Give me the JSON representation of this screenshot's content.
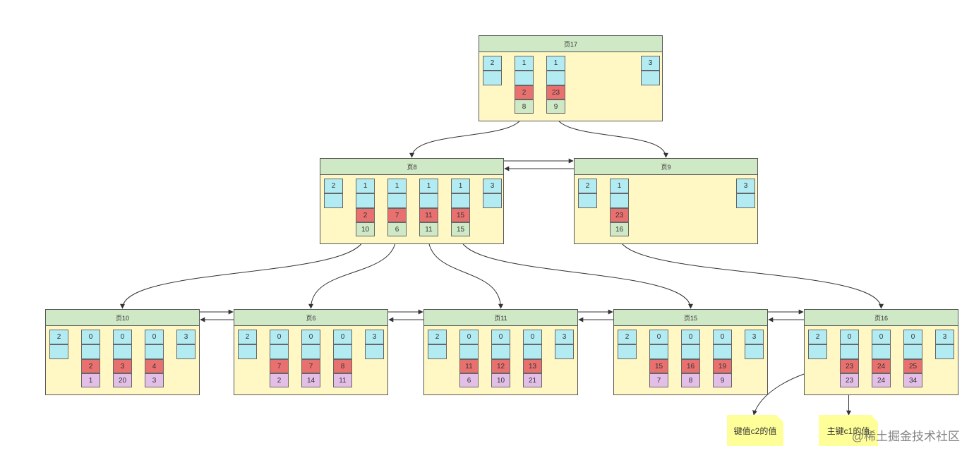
{
  "pages": [
    {
      "id": "p17",
      "title": "页17",
      "slots": [
        {
          "top": "2"
        },
        {
          "top": "1",
          "key": "2",
          "val": "8",
          "val_color": "green"
        },
        {
          "top": "1",
          "key": "23",
          "val": "9",
          "val_color": "green"
        },
        {
          "top": "3"
        }
      ]
    },
    {
      "id": "p8",
      "title": "页8",
      "slots": [
        {
          "top": "2"
        },
        {
          "top": "1",
          "key": "2",
          "val": "10",
          "val_color": "green"
        },
        {
          "top": "1",
          "key": "7",
          "val": "6",
          "val_color": "green"
        },
        {
          "top": "1",
          "key": "11",
          "val": "11",
          "val_color": "green"
        },
        {
          "top": "1",
          "key": "15",
          "val": "15",
          "val_color": "green"
        },
        {
          "top": "3"
        }
      ]
    },
    {
      "id": "p9",
      "title": "页9",
      "slots": [
        {
          "top": "2"
        },
        {
          "top": "1",
          "key": "23",
          "val": "16",
          "val_color": "green"
        },
        {
          "top": "3"
        }
      ]
    },
    {
      "id": "p10",
      "title": "页10",
      "slots": [
        {
          "top": "2"
        },
        {
          "top": "0",
          "key": "2",
          "val": "1",
          "val_color": "purple"
        },
        {
          "top": "0",
          "key": "3",
          "val": "20",
          "val_color": "purple"
        },
        {
          "top": "0",
          "key": "4",
          "val": "3",
          "val_color": "purple"
        },
        {
          "top": "3"
        }
      ]
    },
    {
      "id": "p6",
      "title": "页6",
      "slots": [
        {
          "top": "2"
        },
        {
          "top": "0",
          "key": "7",
          "val": "2",
          "val_color": "purple"
        },
        {
          "top": "0",
          "key": "7",
          "val": "14",
          "val_color": "purple"
        },
        {
          "top": "0",
          "key": "8",
          "val": "11",
          "val_color": "purple"
        },
        {
          "top": "3"
        }
      ]
    },
    {
      "id": "p11",
      "title": "页11",
      "slots": [
        {
          "top": "2"
        },
        {
          "top": "0",
          "key": "11",
          "val": "6",
          "val_color": "purple"
        },
        {
          "top": "0",
          "key": "12",
          "val": "10",
          "val_color": "purple"
        },
        {
          "top": "0",
          "key": "13",
          "val": "21",
          "val_color": "purple"
        },
        {
          "top": "3"
        }
      ]
    },
    {
      "id": "p15",
      "title": "页15",
      "slots": [
        {
          "top": "2"
        },
        {
          "top": "0",
          "key": "15",
          "val": "7",
          "val_color": "purple"
        },
        {
          "top": "0",
          "key": "16",
          "val": "8",
          "val_color": "purple"
        },
        {
          "top": "0",
          "key": "19",
          "val": "9",
          "val_color": "purple"
        },
        {
          "top": "3"
        }
      ]
    },
    {
      "id": "p16",
      "title": "页16",
      "slots": [
        {
          "top": "2"
        },
        {
          "top": "0",
          "key": "23",
          "val": "23",
          "val_color": "purple"
        },
        {
          "top": "0",
          "key": "24",
          "val": "24",
          "val_color": "purple"
        },
        {
          "top": "0",
          "key": "25",
          "val": "34",
          "val_color": "purple"
        },
        {
          "top": "3"
        }
      ]
    }
  ],
  "notes": {
    "key_value": "键值c2的值",
    "primary_key": "主键c1的值"
  },
  "watermark": "@稀土掘金技术社区",
  "colors": {
    "header": "#cfe8c6",
    "body": "#fff8c4",
    "record": "#b2ebf2",
    "key": "#e8706f",
    "child_page": "#cfe8c6",
    "primary_key": "#e3bfe8",
    "note": "#ffff99"
  }
}
